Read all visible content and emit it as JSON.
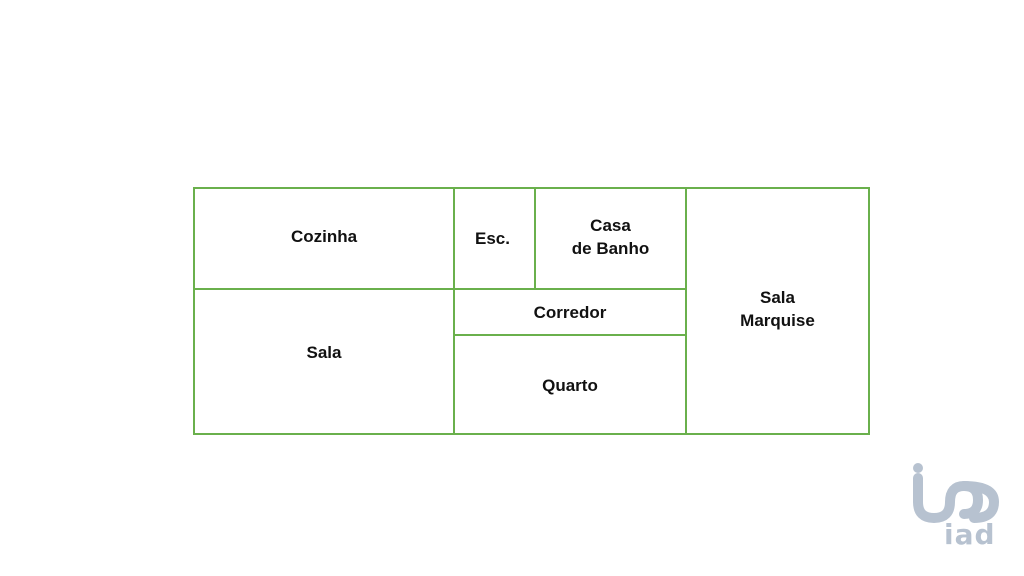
{
  "colors": {
    "wall": "#6ab04c",
    "label": "#111111",
    "logo": "#b7c2d0"
  },
  "rooms": {
    "cozinha": "Cozinha",
    "esc": "Esc.",
    "casa_de_banho": "Casa\nde Banho",
    "sala_marquise": "Sala\nMarquise",
    "sala": "Sala",
    "corredor": "Corredor",
    "quarto": "Quarto"
  },
  "logo": {
    "wordmark": "iad",
    "icon": "iad-logo-icon"
  }
}
